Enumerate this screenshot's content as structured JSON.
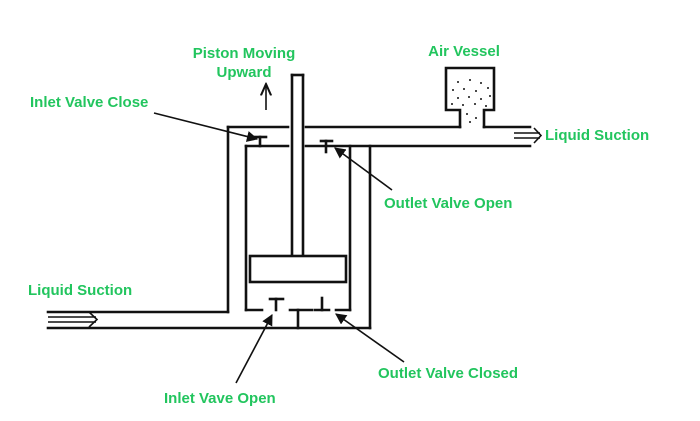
{
  "labels": {
    "piston_moving_line1": "Piston Moving",
    "piston_moving_line2": "Upward",
    "air_vessel": "Air Vessel",
    "inlet_valve_close": "Inlet Valve Close",
    "liquid_suction_right": "Liquid Suction",
    "outlet_valve_open": "Outlet Valve Open",
    "liquid_suction_left": "Liquid Suction",
    "outlet_valve_closed": "Outlet Valve Closed",
    "inlet_vave_open": "Inlet Vave Open"
  },
  "colors": {
    "label_green": "#22c55e",
    "line": "#111111",
    "background": "#ffffff"
  }
}
